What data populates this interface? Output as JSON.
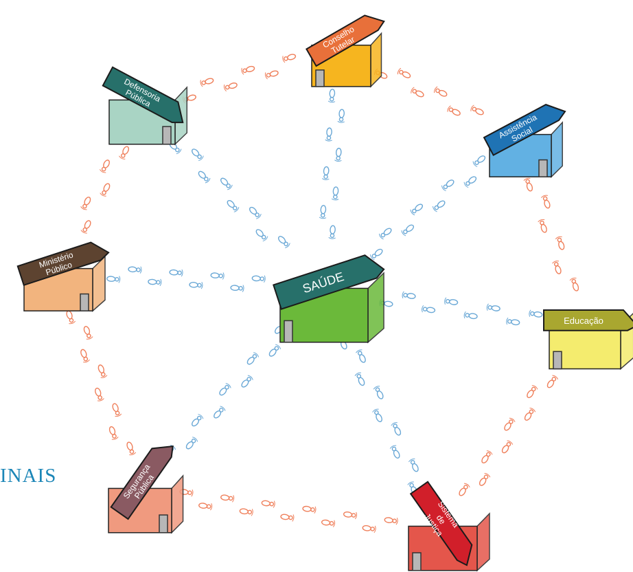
{
  "colors": {
    "orange_steps": "#ef7f5a",
    "blue_steps": "#6aa8d6",
    "cut_text": "#1c86b7"
  },
  "cut_text": "INAIS",
  "houses": {
    "conselho": {
      "label": [
        "Conselho",
        "Tutelar"
      ],
      "roof": "#e8703a",
      "wall": "#f6b51f"
    },
    "defensoria": {
      "label": [
        "Defensoria",
        "Pública"
      ],
      "roof": "#27706a",
      "wall": "#a9d4c4"
    },
    "assistencia": {
      "label": [
        "Assistência",
        "Social"
      ],
      "roof": "#1f73b4",
      "wall": "#62b1e3"
    },
    "ministerio": {
      "label": [
        "Ministério",
        "Público"
      ],
      "roof": "#5d4330",
      "wall": "#f2b47e"
    },
    "saude": {
      "label": [
        "SAÚDE"
      ],
      "roof": "#27706a",
      "wall": "#6bb93a"
    },
    "educacao": {
      "label": [
        "Educação"
      ],
      "roof": "#a9a730",
      "wall": "#f4ec6e"
    },
    "seguranca": {
      "label": [
        "Segurança",
        "Pública"
      ],
      "roof": "#8a5a62",
      "wall": "#f09a7f"
    },
    "sistema": {
      "label": [
        "Sistema",
        "de",
        "Justiça"
      ],
      "roof": "#d11f2a",
      "wall": "#e4564b"
    }
  }
}
